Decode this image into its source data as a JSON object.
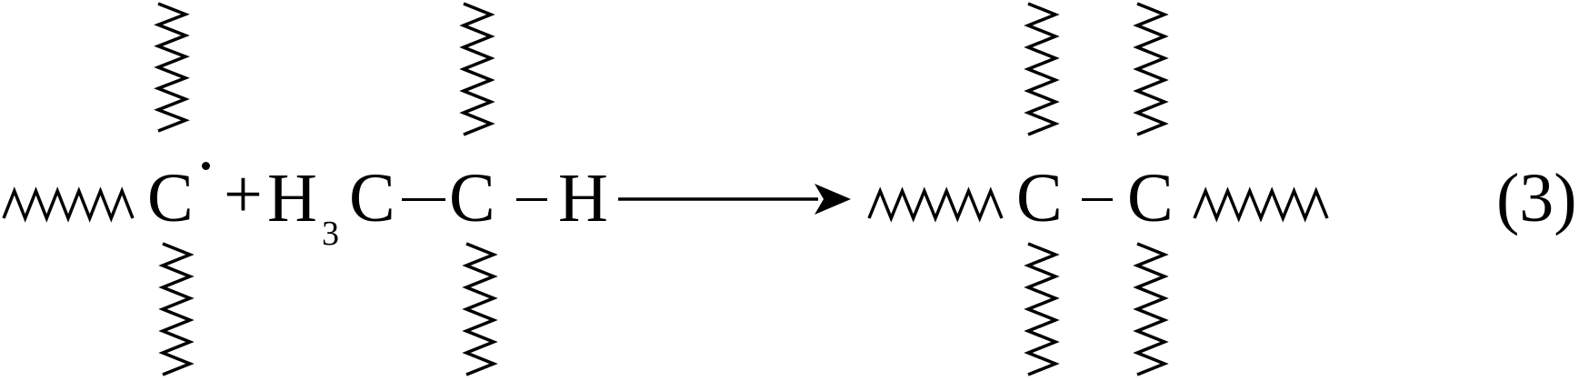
{
  "reactant_radical_carbon": "C",
  "plus_sign": "+",
  "methyl_H": "H",
  "methyl_subscript": "3",
  "methyl_C": "C",
  "reactant_central_C": "C",
  "reactant_H": "H",
  "product_C_left": "C",
  "product_C_right": "C",
  "equation_number": "(3)",
  "colors": {
    "ink": "#000000",
    "background": "#ffffff"
  }
}
